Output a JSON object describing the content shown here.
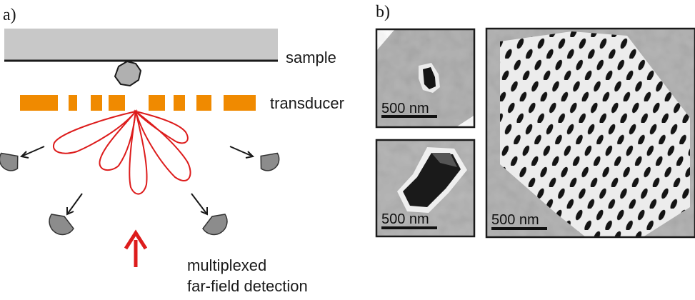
{
  "panel_a": {
    "label": "a)",
    "sample_label": "sample",
    "transducer_label": "transducer",
    "detection_label_line1": "multiplexed",
    "detection_label_line2": "far-field detection"
  },
  "panel_b": {
    "label": "b)",
    "scalebar_1": "500 nm",
    "scalebar_2": "500 nm",
    "scalebar_3": "500 nm"
  },
  "colors": {
    "sample_plate": "#c8c8c8",
    "transducer": "#f08a00",
    "lobes": "#dd1c1c",
    "arrow": "#dd1c1c",
    "detector": "#8c8c8c"
  }
}
